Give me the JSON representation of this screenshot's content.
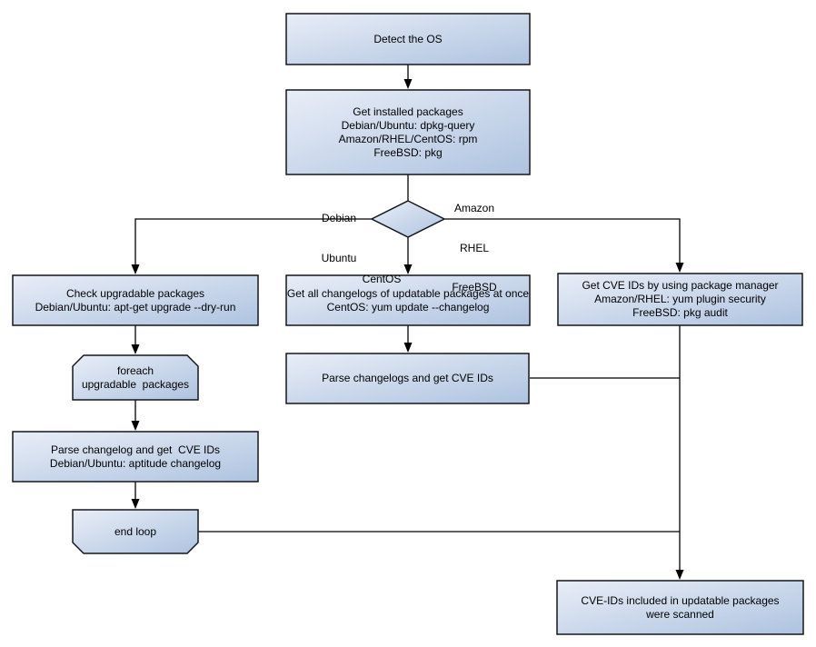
{
  "colors": {
    "node_fill_light": "#e9eef7",
    "node_fill_dark": "#aec3e0",
    "node_border": "#14171c",
    "connector": "#000000",
    "text": "#000000",
    "background": "#ffffff"
  },
  "nodes": {
    "detect_os": {
      "lines": [
        "Detect the OS"
      ]
    },
    "get_installed_packages": {
      "lines": [
        "Get installed packages",
        "Debian/Ubuntu: dpkg-query",
        "Amazon/RHEL/CentOS: rpm",
        "FreeBSD: pkg"
      ]
    },
    "check_upgradable": {
      "lines": [
        "Check upgradable packages",
        "Debian/Ubuntu: apt-get upgrade --dry-run"
      ]
    },
    "foreach_loop": {
      "lines": [
        "foreach",
        "upgradable  packages"
      ]
    },
    "parse_changelog_deb": {
      "lines": [
        "Parse changelog and get  CVE IDs",
        "Debian/Ubuntu: aptitude changelog"
      ]
    },
    "end_loop": {
      "lines": [
        "end loop"
      ]
    },
    "get_all_changelogs": {
      "lines": [
        "Get all changelogs of updatable packages at once",
        "CentOS: yum update --changelog"
      ]
    },
    "parse_changelogs_centos": {
      "lines": [
        "Parse changelogs and get CVE IDs"
      ]
    },
    "get_cve_pkg_mgr": {
      "lines": [
        "Get CVE IDs by using package manager",
        "Amazon/RHEL: yum plugin security",
        "FreeBSD: pkg audit"
      ]
    },
    "scan_result": {
      "lines": [
        "CVE-IDs included in updatable packages",
        "were scanned"
      ]
    }
  },
  "edge_labels": {
    "debian_ubuntu": [
      "Debian",
      "Ubuntu"
    ],
    "amazon_rhel_freebsd": [
      "Amazon",
      "RHEL",
      "FreeBSD"
    ],
    "centos": "CentOS"
  }
}
